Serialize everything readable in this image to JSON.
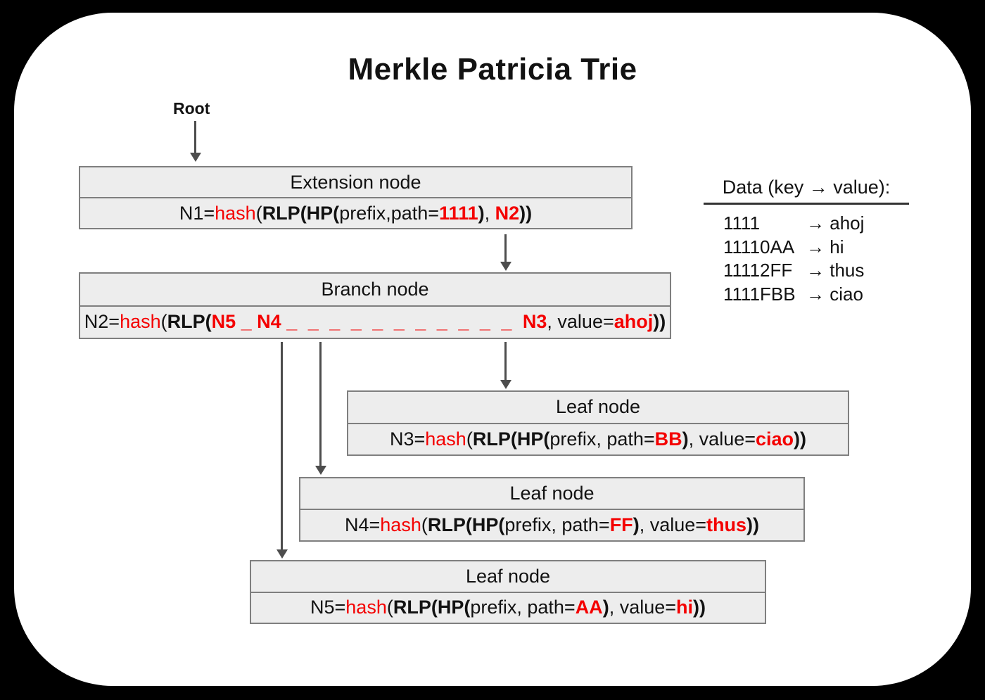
{
  "title": "Merkle Patricia Trie",
  "root_label": "Root",
  "colors": {
    "page_bg": "#000000",
    "card_bg": "#ffffff",
    "box_fill": "#ededed",
    "box_border": "#7f7f7f",
    "arrow": "#4d4d4d",
    "text": "#121212",
    "accent_red": "#f40000",
    "legend_rule": "#333333"
  },
  "nodes": {
    "extension": {
      "header": "Extension node",
      "formula": [
        {
          "t": "N1=",
          "s": "plain"
        },
        {
          "t": "hash",
          "s": "red"
        },
        {
          "t": "(",
          "s": "plain"
        },
        {
          "t": "RLP(HP(",
          "s": "bold"
        },
        {
          "t": "prefix,path=",
          "s": "plain"
        },
        {
          "t": "1111",
          "s": "boldred"
        },
        {
          "t": ")",
          "s": "bold"
        },
        {
          "t": ", ",
          "s": "plain"
        },
        {
          "t": "N2",
          "s": "boldred"
        },
        {
          "t": "))",
          "s": "bold"
        }
      ]
    },
    "branch": {
      "header": "Branch node",
      "formula": [
        {
          "t": "N2=",
          "s": "plain"
        },
        {
          "t": "hash",
          "s": "red"
        },
        {
          "t": "(",
          "s": "plain"
        },
        {
          "t": "RLP(",
          "s": "bold"
        },
        {
          "t": "N5 _ N4 ",
          "s": "boldred"
        },
        {
          "t": "_ _ _ _ _ _ _ _ _ _ _ ",
          "s": "boldred-wide"
        },
        {
          "t": "N3",
          "s": "boldred"
        },
        {
          "t": ", value=",
          "s": "plain"
        },
        {
          "t": "ahoj",
          "s": "boldred"
        },
        {
          "t": "))",
          "s": "bold"
        }
      ]
    },
    "leaf_n3": {
      "header": "Leaf node",
      "formula": [
        {
          "t": "N3=",
          "s": "plain"
        },
        {
          "t": "hash",
          "s": "red"
        },
        {
          "t": "(",
          "s": "plain"
        },
        {
          "t": "RLP(HP(",
          "s": "bold"
        },
        {
          "t": "prefix, path=",
          "s": "plain"
        },
        {
          "t": "BB",
          "s": "boldred"
        },
        {
          "t": ")",
          "s": "bold"
        },
        {
          "t": ", value=",
          "s": "plain"
        },
        {
          "t": "ciao",
          "s": "boldred"
        },
        {
          "t": "))",
          "s": "bold"
        }
      ]
    },
    "leaf_n4": {
      "header": "Leaf node",
      "formula": [
        {
          "t": "N4=",
          "s": "plain"
        },
        {
          "t": "hash",
          "s": "red"
        },
        {
          "t": "(",
          "s": "plain"
        },
        {
          "t": "RLP(HP(",
          "s": "bold"
        },
        {
          "t": "prefix, path=",
          "s": "plain"
        },
        {
          "t": "FF",
          "s": "boldred"
        },
        {
          "t": ")",
          "s": "bold"
        },
        {
          "t": ", value=",
          "s": "plain"
        },
        {
          "t": "thus",
          "s": "boldred"
        },
        {
          "t": "))",
          "s": "bold"
        }
      ]
    },
    "leaf_n5": {
      "header": "Leaf node",
      "formula": [
        {
          "t": "N5=",
          "s": "plain"
        },
        {
          "t": "hash",
          "s": "red"
        },
        {
          "t": "(",
          "s": "plain"
        },
        {
          "t": "RLP(HP(",
          "s": "bold"
        },
        {
          "t": "prefix, path=",
          "s": "plain"
        },
        {
          "t": "AA",
          "s": "boldred"
        },
        {
          "t": ")",
          "s": "bold"
        },
        {
          "t": ", value=",
          "s": "plain"
        },
        {
          "t": "hi",
          "s": "boldred"
        },
        {
          "t": "))",
          "s": "bold"
        }
      ]
    }
  },
  "legend": {
    "title": "Data (key → value):",
    "arrow": "→",
    "rows": [
      {
        "key": "1111",
        "value": "ahoj"
      },
      {
        "key": "11110AA",
        "value": "hi"
      },
      {
        "key": "11112FF",
        "value": "thus"
      },
      {
        "key": "1111FBB",
        "value": "ciao"
      }
    ]
  }
}
